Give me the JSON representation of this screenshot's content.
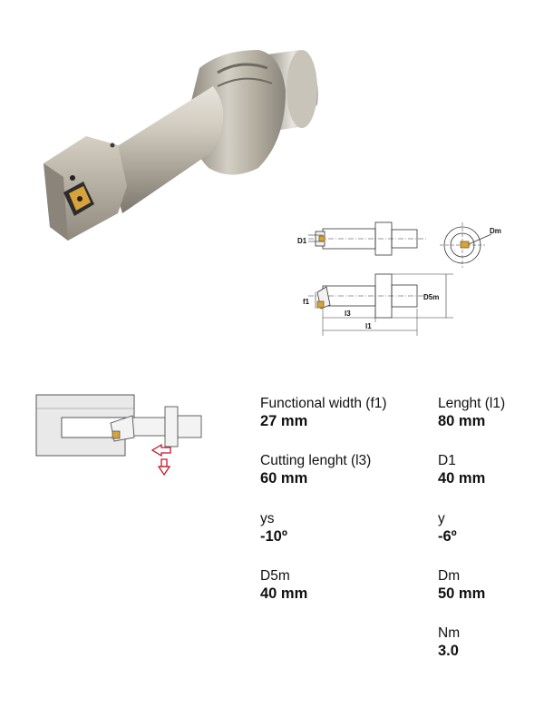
{
  "drawing_labels": {
    "d1": "D1",
    "dm": "Dm",
    "f1": "f1",
    "d5m": "D5m",
    "l3": "l3",
    "l1": "l1"
  },
  "specs": {
    "functional_width": {
      "label": "Functional width (f1)",
      "value": "27 mm"
    },
    "length": {
      "label": "Lenght (l1)",
      "value": "80 mm"
    },
    "cutting_length": {
      "label": "Cutting lenght (l3)",
      "value": "60 mm"
    },
    "d1": {
      "label": "D1",
      "value": "40 mm"
    },
    "ys": {
      "label": "ys",
      "value": "-10º"
    },
    "y": {
      "label": "y",
      "value": "-6º"
    },
    "d5m": {
      "label": "D5m",
      "value": "40 mm"
    },
    "dm": {
      "label": "Dm",
      "value": "50 mm"
    },
    "nm": {
      "label": "Nm",
      "value": "3.0"
    }
  },
  "colors": {
    "tool_body": "#b9b3a8",
    "insert": "#d8a23a",
    "arrow": "#c0182c"
  }
}
